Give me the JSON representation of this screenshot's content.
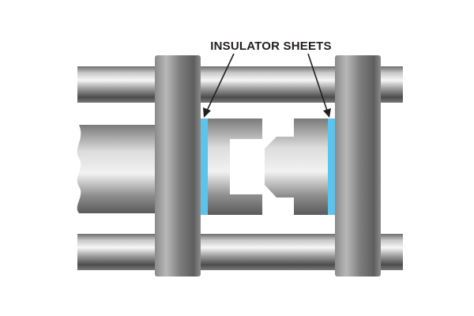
{
  "diagram": {
    "label": "INSULATOR SHEETS",
    "colors": {
      "insulator": "#5cc3ec",
      "steel_light": "#f4f4f4",
      "steel_mid": "#a5a5a5",
      "steel_dark": "#4f4f4f",
      "label": "#231f20",
      "background": "#ffffff"
    },
    "parts": [
      "tie-bar-top",
      "tie-bar-bottom",
      "injection-unit",
      "fixed-platen",
      "moving-platen",
      "insulator-sheet-left",
      "insulator-sheet-right",
      "mold-half-fixed",
      "mold-half-moving"
    ]
  }
}
